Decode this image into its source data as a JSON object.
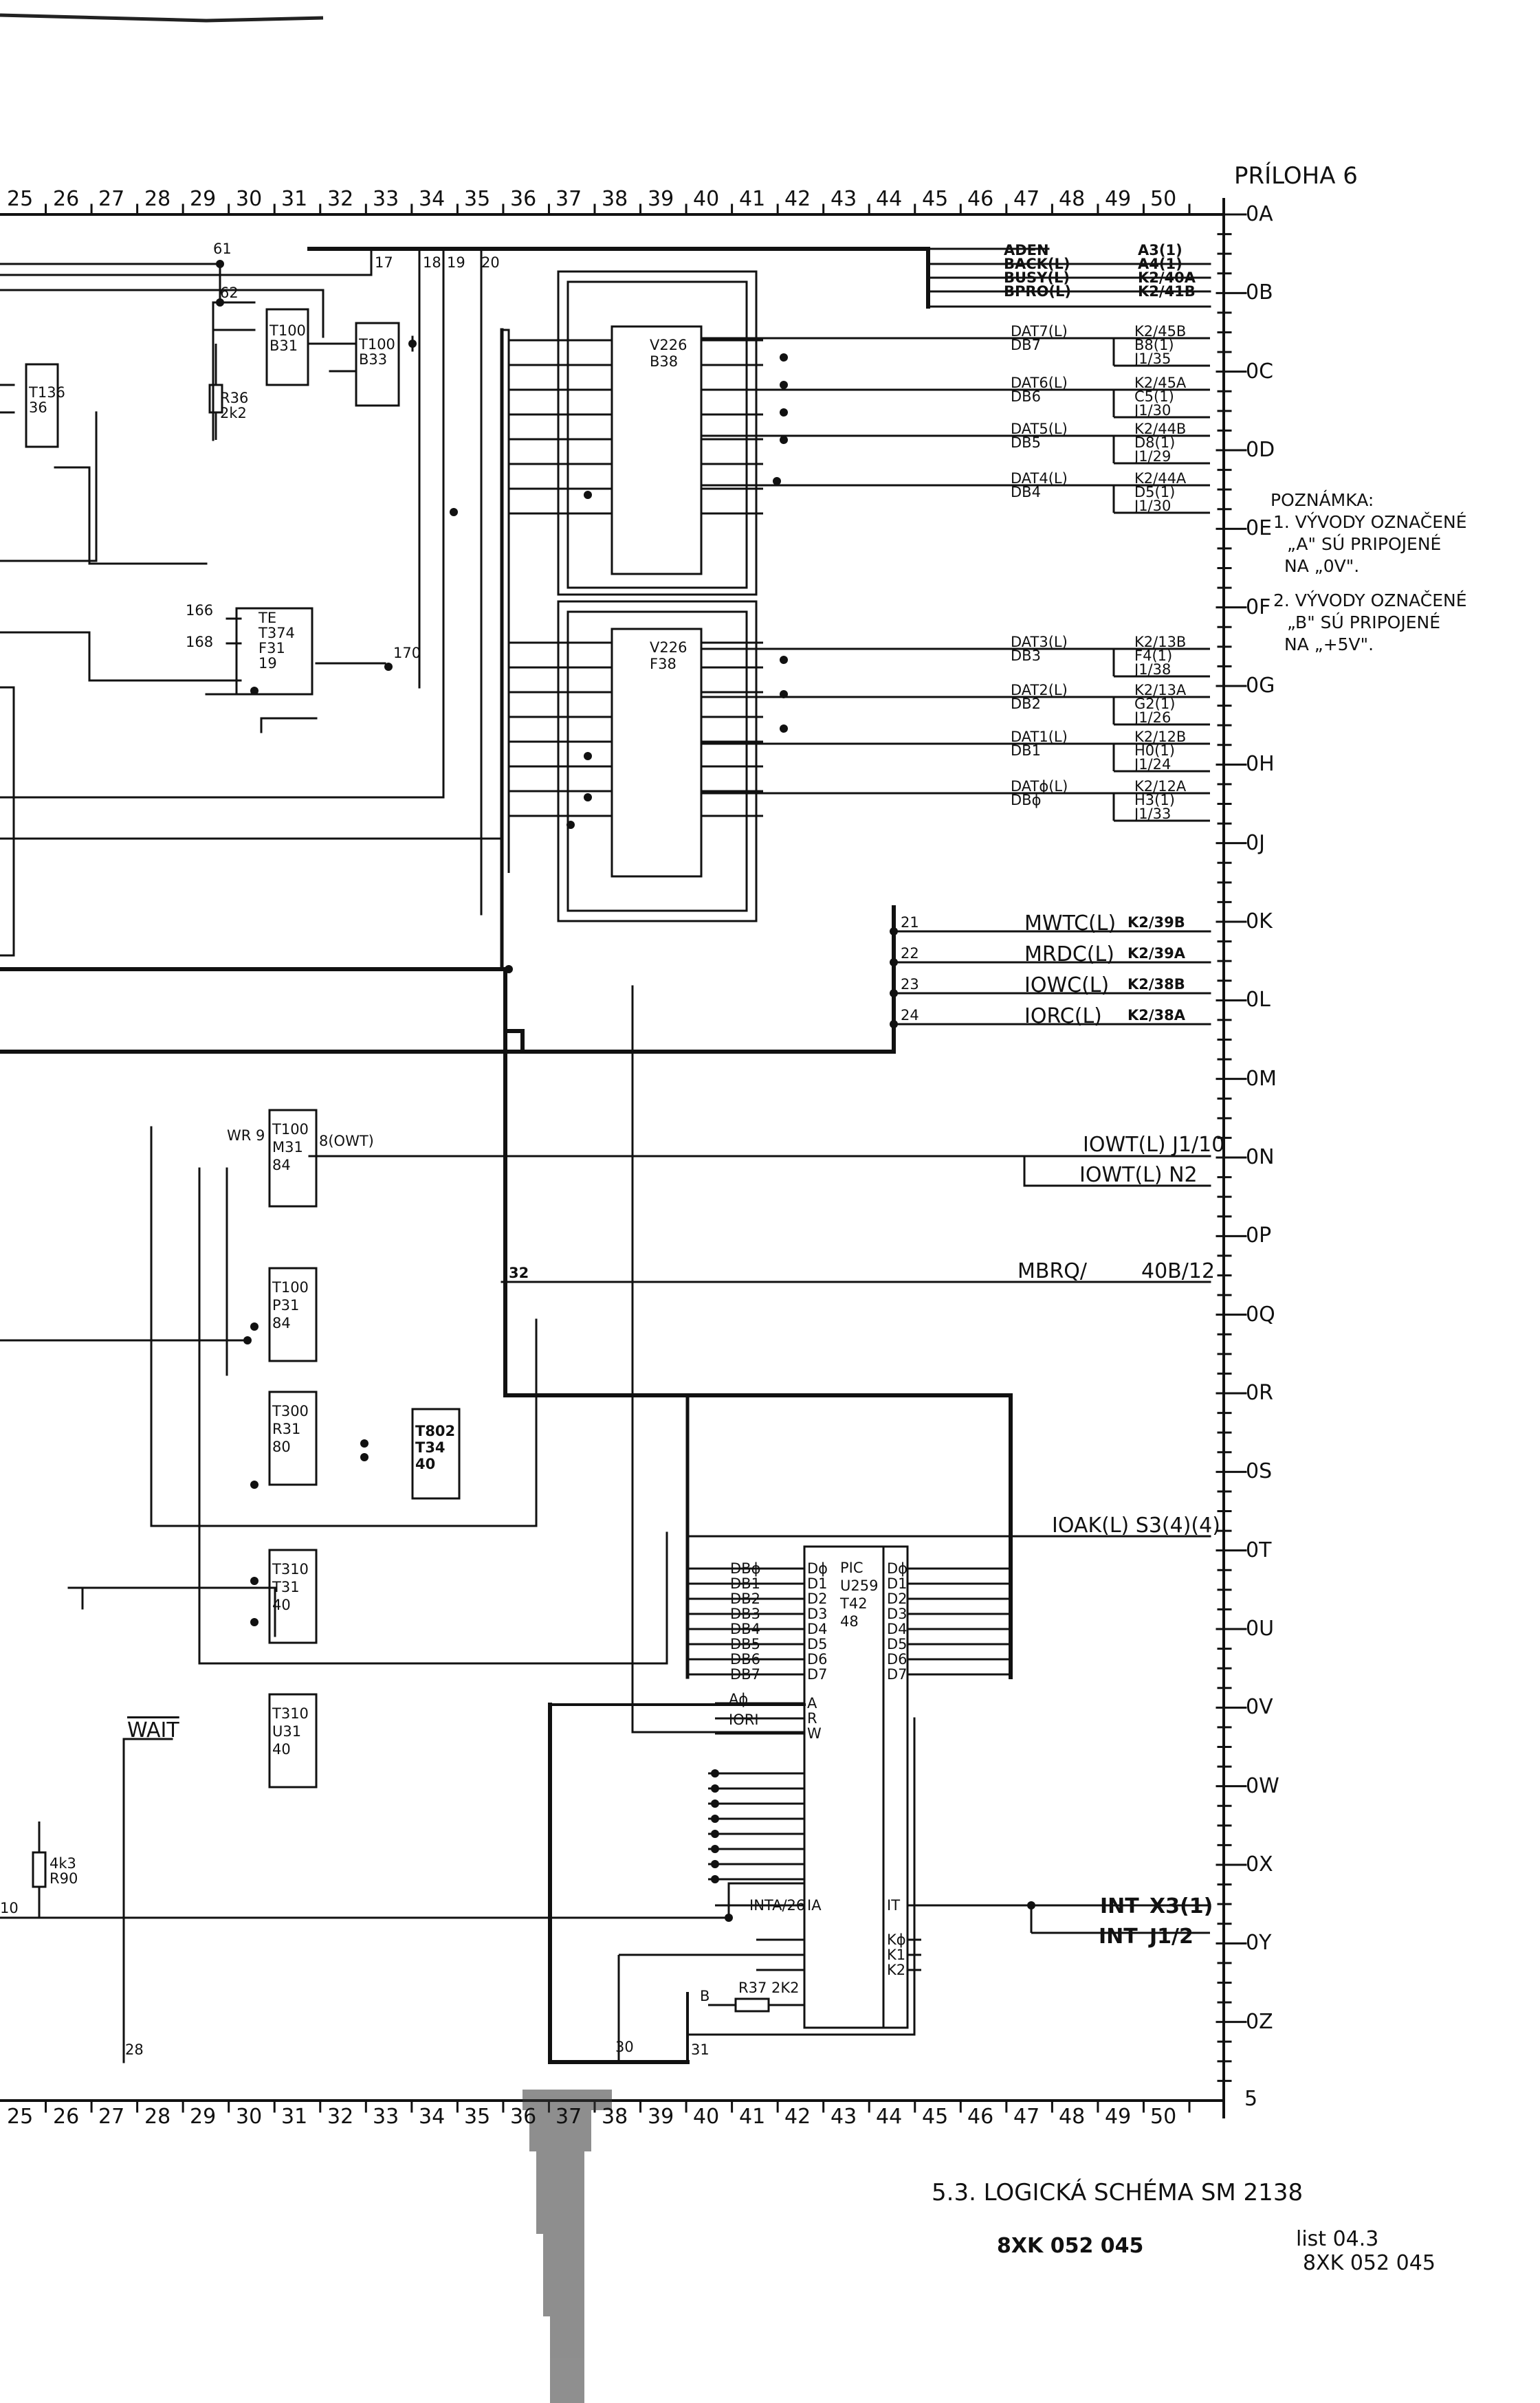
{
  "header": {
    "appendix": "PRÍLOHA 6",
    "columns": [
      "25",
      "26",
      "27",
      "28",
      "29",
      "30",
      "31",
      "32",
      "33",
      "34",
      "35",
      "36",
      "37",
      "38",
      "39",
      "40",
      "41",
      "42",
      "43",
      "44",
      "45",
      "46",
      "47",
      "48",
      "49",
      "50"
    ]
  },
  "rows": [
    "0A",
    "0B",
    "0C",
    "0D",
    "0E",
    "0F",
    "0G",
    "0H",
    "0J",
    "0K",
    "0L",
    "0M",
    "0N",
    "0P",
    "0Q",
    "0R",
    "0S",
    "0T",
    "0U",
    "0V",
    "0W",
    "0X",
    "0Y",
    "0Z"
  ],
  "footer": {
    "last_row_tick": "5"
  },
  "note": {
    "title": "POZNÁMKA:",
    "line1": "1. VÝVODY OZNAČENÉ",
    "line2": "„A\" SÚ PRIPOJENÉ",
    "line3": "NA „0V\".",
    "line4": "2. VÝVODY OZNAČENÉ",
    "line5": "„B\" SÚ PRIPOJENÉ",
    "line6": "NA „+5V\"."
  },
  "title_block": {
    "caption": "5.3. LOGICKÁ SCHÉMA SM 2138",
    "drawing_no": "8XK 052 045",
    "sheet": "list 04.3",
    "sheet_no": "8XK 052 045"
  },
  "chips": {
    "t100_b31": "T100 B31",
    "t100_b33": "T100 B33",
    "t136": "T136 36",
    "v226_b38": "V226 B38",
    "v226_f38": "V226 F38",
    "t374_f31": "TE T374 F31 19",
    "t100_m31": "T100 M31 84",
    "t100_p31": "T100 P31 84",
    "t300_r31": "T300 R31 80",
    "t310_t31": "T310 T31 40",
    "t310_u31": "T310 U31 40",
    "t802": "T802 T34 40",
    "pic": "PIC U259 T42 48"
  },
  "pic_left_pins": [
    "Dϕ",
    "D1",
    "D2",
    "D3",
    "D4",
    "D5",
    "D6",
    "D7",
    "A",
    "R",
    "W",
    "IA"
  ],
  "pic_right_pins": [
    "Dϕ",
    "D1",
    "D2",
    "D3",
    "D4",
    "D5",
    "D6",
    "D7",
    "IT",
    "Kϕ",
    "K1",
    "K2"
  ],
  "pic_data_labels": [
    "DBϕ",
    "DB1",
    "DB2",
    "DB3",
    "DB4",
    "DB5",
    "DB6",
    "DB7"
  ],
  "signals_top": [
    {
      "name": "ADEN",
      "conn": "A3(1)"
    },
    {
      "name": "BACK(L)",
      "conn": "A4(1)"
    },
    {
      "name": "BUSY(L)",
      "conn": "K2/40A"
    },
    {
      "name": "BPRO(L)",
      "conn": "K2/41B"
    }
  ],
  "signals_dat": [
    {
      "name": "DAT7(L)",
      "conn": "K2/45B"
    },
    {
      "name": "DB7",
      "conn": "B8(1)"
    },
    {
      "name": "",
      "conn": "J1/35"
    },
    {
      "name": "DAT6(L)",
      "conn": "K2/45A"
    },
    {
      "name": "DB6",
      "conn": "C5(1)"
    },
    {
      "name": "",
      "conn": "J1/30"
    },
    {
      "name": "DAT5(L)",
      "conn": "K2/44B"
    },
    {
      "name": "DB5",
      "conn": "D8(1)"
    },
    {
      "name": "",
      "conn": "J1/29"
    },
    {
      "name": "DAT4(L)",
      "conn": "K2/44A"
    },
    {
      "name": "DB4",
      "conn": "D5(1)"
    },
    {
      "name": "",
      "conn": "J1/30"
    },
    {
      "name": "DAT3(L)",
      "conn": "K2/13B"
    },
    {
      "name": "DB3",
      "conn": "F4(1)"
    },
    {
      "name": "",
      "conn": "J1/38"
    },
    {
      "name": "DAT2(L)",
      "conn": "K2/13A"
    },
    {
      "name": "DB2",
      "conn": "G2(1)"
    },
    {
      "name": "",
      "conn": "J1/26"
    },
    {
      "name": "DAT1(L)",
      "conn": "K2/12B"
    },
    {
      "name": "DB1",
      "conn": "H0(1)"
    },
    {
      "name": "",
      "conn": "J1/24"
    },
    {
      "name": "DATϕ(L)",
      "conn": "K2/12A"
    },
    {
      "name": "DBϕ",
      "conn": "H3(1)"
    },
    {
      "name": "",
      "conn": "J1/33"
    }
  ],
  "signals_cmd": [
    {
      "num": "21",
      "name": "MWTC(L)",
      "conn": "K2/39B"
    },
    {
      "num": "22",
      "name": "MRDC(L)",
      "conn": "K2/39A"
    },
    {
      "num": "23",
      "name": "IOWC(L)",
      "conn": "K2/38B"
    },
    {
      "num": "24",
      "name": "IORC(L)",
      "conn": "K2/38A"
    }
  ],
  "signals_misc": {
    "iowt1": "IOWT(L) J1/10",
    "iowt2": "IOWT(L) N2",
    "mbrq": "MBRQ/",
    "mbrq_conn": "40B/12",
    "ioak": "IOAK(L) S3(4)(4)",
    "int1": "INT",
    "int1_conn": "X3(1)",
    "int2": "INT",
    "int2_conn": "J1/2",
    "wait": "WAIT",
    "wr": "WR 9",
    "owt": "8(OWT)",
    "a0": "Aϕ",
    "iori": "IORI",
    "inta": "INTA/26",
    "r36": "R36 2k2",
    "r90": "4k3 R90",
    "r37": "R37 2K2",
    "b": "B",
    "num_170": "170",
    "num_61": "61",
    "num_62": "62",
    "num_166": "166",
    "num_168": "168",
    "num_32": "32",
    "num_28": "28",
    "num_30": "30",
    "num_31": "31",
    "num_17": "17",
    "num_18": "18",
    "num_19": "19",
    "num_20": "20",
    "num_10": "10"
  }
}
